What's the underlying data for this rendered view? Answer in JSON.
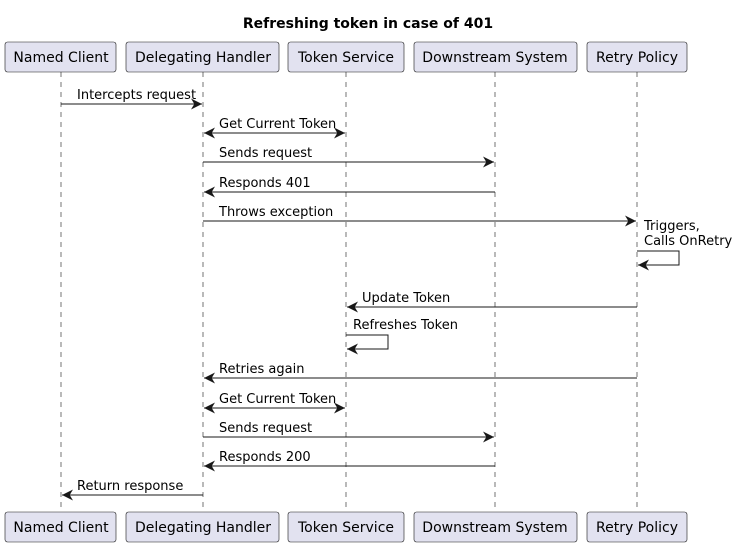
{
  "title": "Refreshing token in case of 401",
  "participants": [
    {
      "id": "client",
      "name": "Named Client"
    },
    {
      "id": "handler",
      "name": "Delegating Handler"
    },
    {
      "id": "token",
      "name": "Token Service"
    },
    {
      "id": "downstream",
      "name": "Downstream System"
    },
    {
      "id": "retry",
      "name": "Retry Policy"
    }
  ],
  "messages": [
    {
      "from": "client",
      "to": "handler",
      "text": "Intercepts request",
      "type": "normal"
    },
    {
      "from": "handler",
      "to": "token",
      "text": "Get Current Token",
      "type": "bidirectional"
    },
    {
      "from": "handler",
      "to": "downstream",
      "text": "Sends request",
      "type": "normal"
    },
    {
      "from": "downstream",
      "to": "handler",
      "text": "Responds 401",
      "type": "normal"
    },
    {
      "from": "handler",
      "to": "retry",
      "text": "Throws exception",
      "type": "normal"
    },
    {
      "from": "retry",
      "to": "retry",
      "text": "Triggers,\nCalls OnRetry",
      "type": "self"
    },
    {
      "from": "retry",
      "to": "token",
      "text": "Update Token",
      "type": "normal"
    },
    {
      "from": "token",
      "to": "token",
      "text": "Refreshes Token",
      "type": "self"
    },
    {
      "from": "retry",
      "to": "handler",
      "text": "Retries again",
      "type": "normal"
    },
    {
      "from": "handler",
      "to": "token",
      "text": "Get Current Token",
      "type": "bidirectional"
    },
    {
      "from": "handler",
      "to": "downstream",
      "text": "Sends request",
      "type": "normal"
    },
    {
      "from": "downstream",
      "to": "handler",
      "text": "Responds 200",
      "type": "normal"
    },
    {
      "from": "handler",
      "to": "client",
      "text": "Return response",
      "type": "normal"
    }
  ]
}
